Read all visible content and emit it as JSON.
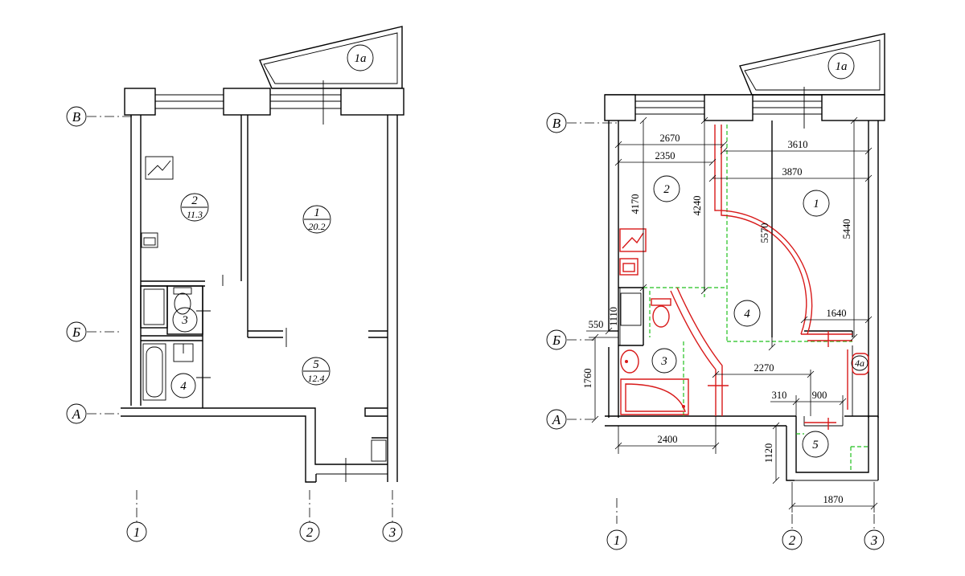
{
  "axes": {
    "rows": {
      "v": "В",
      "b": "Б",
      "a": "А"
    },
    "cols": {
      "c1": "1",
      "c2": "2",
      "c3": "3"
    }
  },
  "left_plan": {
    "rooms": {
      "r1": {
        "number": "1",
        "area": "20.2"
      },
      "r1a": {
        "number": "1а"
      },
      "r2": {
        "number": "2",
        "area": "11.3"
      },
      "r3": {
        "number": "3"
      },
      "r4": {
        "number": "4"
      },
      "r5": {
        "number": "5",
        "area": "12.4"
      }
    }
  },
  "right_plan": {
    "rooms": {
      "r1": {
        "number": "1"
      },
      "r1a": {
        "number": "1а"
      },
      "r2": {
        "number": "2"
      },
      "r3": {
        "number": "3"
      },
      "r4": {
        "number": "4"
      },
      "r4a": {
        "number": "4а"
      },
      "r5": {
        "number": "5"
      }
    },
    "dimensions": {
      "d2670": "2670",
      "d2350": "2350",
      "d3610": "3610",
      "d3870": "3870",
      "d4170": "4170",
      "d4240": "4240",
      "d5570": "5570",
      "d5440": "5440",
      "d1640": "1640",
      "d1110": "1110",
      "d550": "550",
      "d1760": "1760",
      "d2270": "2270",
      "d310": "310",
      "d900": "900",
      "d2400": "2400",
      "d1120": "1120",
      "d1870": "1870"
    }
  },
  "colors": {
    "lines": "#000000",
    "new_walls": "#d81a1a",
    "demolished_walls": "#22c01f"
  }
}
